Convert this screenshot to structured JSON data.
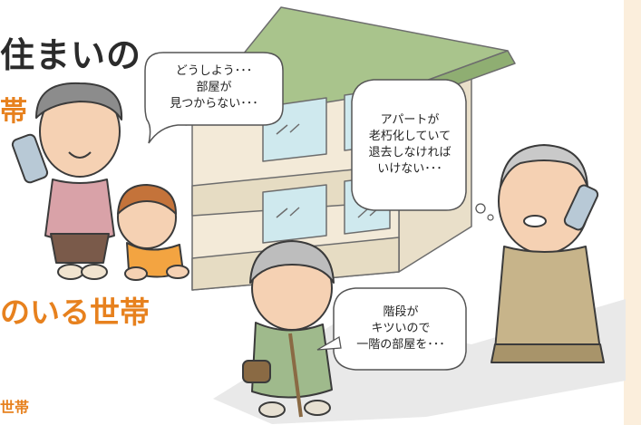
{
  "headings": {
    "main": "住まいの",
    "orange_1": "帯",
    "orange_2": "のいる世帯",
    "small": "世帯"
  },
  "bubbles": {
    "grandma": [
      "どうしよう･･･",
      "部屋が",
      "見つからない･･･"
    ],
    "grandpa": [
      "アパートが",
      "老朽化していて",
      "退去しなければ",
      "いけない･･･"
    ],
    "walker": [
      "階段が",
      "キツいので",
      "一階の部屋を･･･"
    ]
  },
  "colors": {
    "heading_dark": "#2b2b2b",
    "heading_orange": "#e7811e",
    "roof": "#a9c48c",
    "wall": "#f3ead8",
    "window": "#cfe9ee",
    "side_strip": "#fbeedc"
  }
}
